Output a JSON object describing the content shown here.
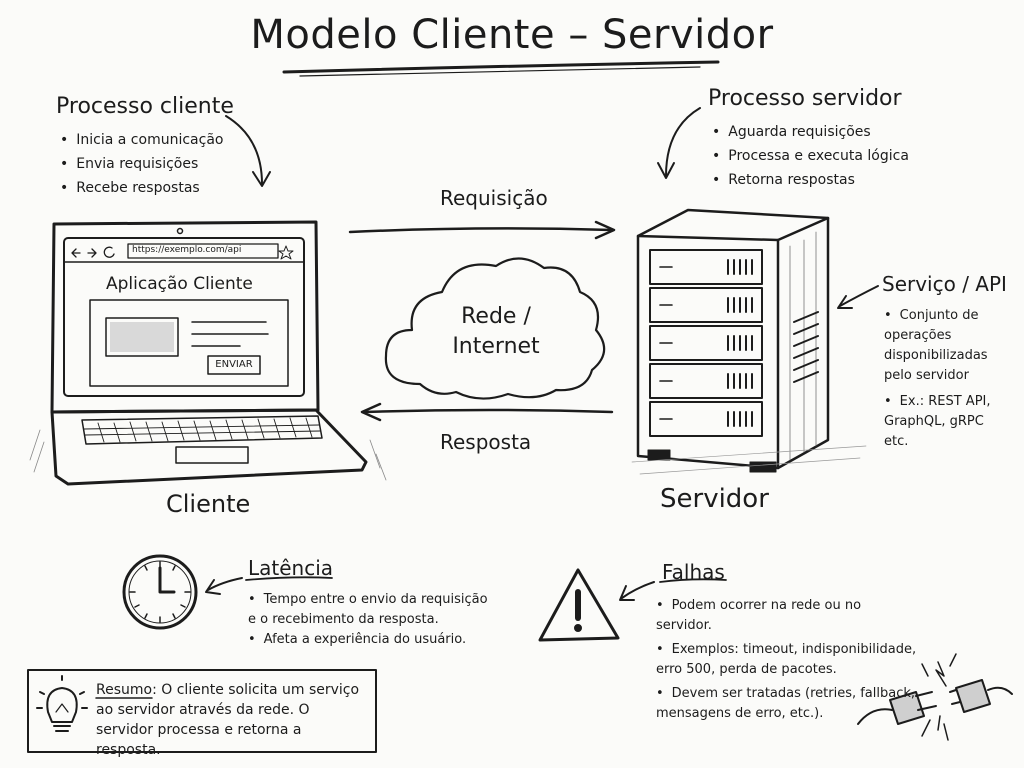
{
  "title": "Modelo Cliente – Servidor",
  "client_process": {
    "heading": "Processo cliente",
    "items": [
      "Inicia a comunicação",
      "Envia requisições",
      "Recebe respostas"
    ]
  },
  "server_process": {
    "heading": "Processo servidor",
    "items": [
      "Aguarda requisições",
      "Processa e executa lógica",
      "Retorna respostas"
    ]
  },
  "laptop": {
    "url": "https://exemplo.com/api",
    "app_title": "Aplicação Cliente",
    "button": "ENVIAR",
    "label": "Cliente"
  },
  "network": {
    "line1": "Rede /",
    "line2": "Internet"
  },
  "request_label": "Requisição",
  "response_label": "Resposta",
  "server_label": "Servidor",
  "service": {
    "heading": "Serviço / API",
    "items": [
      "Conjunto de operações disponibilizadas pelo servidor",
      "Ex.: REST API, GraphQL, gRPC etc."
    ]
  },
  "latency": {
    "heading": "Latência",
    "items": [
      "Tempo entre o envio da requisição e o recebimento da resposta.",
      "Afeta a experiência do usuário."
    ]
  },
  "failures": {
    "heading": "Falhas",
    "items": [
      "Podem ocorrer na rede ou no servidor.",
      "Exemplos: timeout, indisponibilidade, erro 500, perda de pacotes.",
      "Devem ser tratadas (retries, fallback, mensagens de erro, etc.)."
    ]
  },
  "summary": {
    "label": "Resumo:",
    "text": "O cliente solicita um serviço ao servidor através da rede. O servidor processa e retorna a resposta."
  }
}
